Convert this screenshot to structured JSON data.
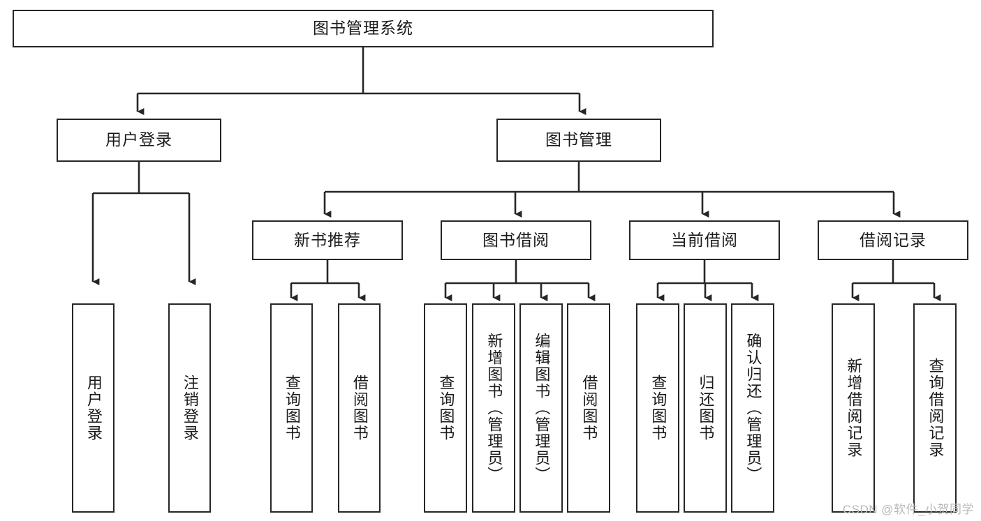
{
  "diagram": {
    "title": "图书管理系统",
    "type": "tree-hierarchy",
    "stroke_color": "#262626",
    "fill_color": "#ffffff",
    "text_color": "#1a1a1a"
  },
  "root": {
    "label": "图书管理系统"
  },
  "level2": [
    {
      "label": "用户登录"
    },
    {
      "label": "图书管理"
    }
  ],
  "level3": [
    {
      "label": "新书推荐"
    },
    {
      "label": "图书借阅"
    },
    {
      "label": "当前借阅"
    },
    {
      "label": "借阅记录"
    }
  ],
  "leaves": {
    "user_login": [
      {
        "label": "用户登录"
      },
      {
        "label": "注销登录"
      }
    ],
    "new_book": [
      {
        "label": "查询图书"
      },
      {
        "label": "借阅图书"
      }
    ],
    "book_borrow": [
      {
        "label": "查询图书"
      },
      {
        "label": "新增图书（管理员）"
      },
      {
        "label": "编辑图书（管理员）"
      },
      {
        "label": "借阅图书"
      }
    ],
    "current_borrow": [
      {
        "label": "查询图书"
      },
      {
        "label": "归还图书"
      },
      {
        "label": "确认归还（管理员）"
      }
    ],
    "borrow_record": [
      {
        "label": "新增借阅记录"
      },
      {
        "label": "查询借阅记录"
      }
    ]
  },
  "watermark": {
    "text": "CSDN @软件_小贺同学"
  }
}
